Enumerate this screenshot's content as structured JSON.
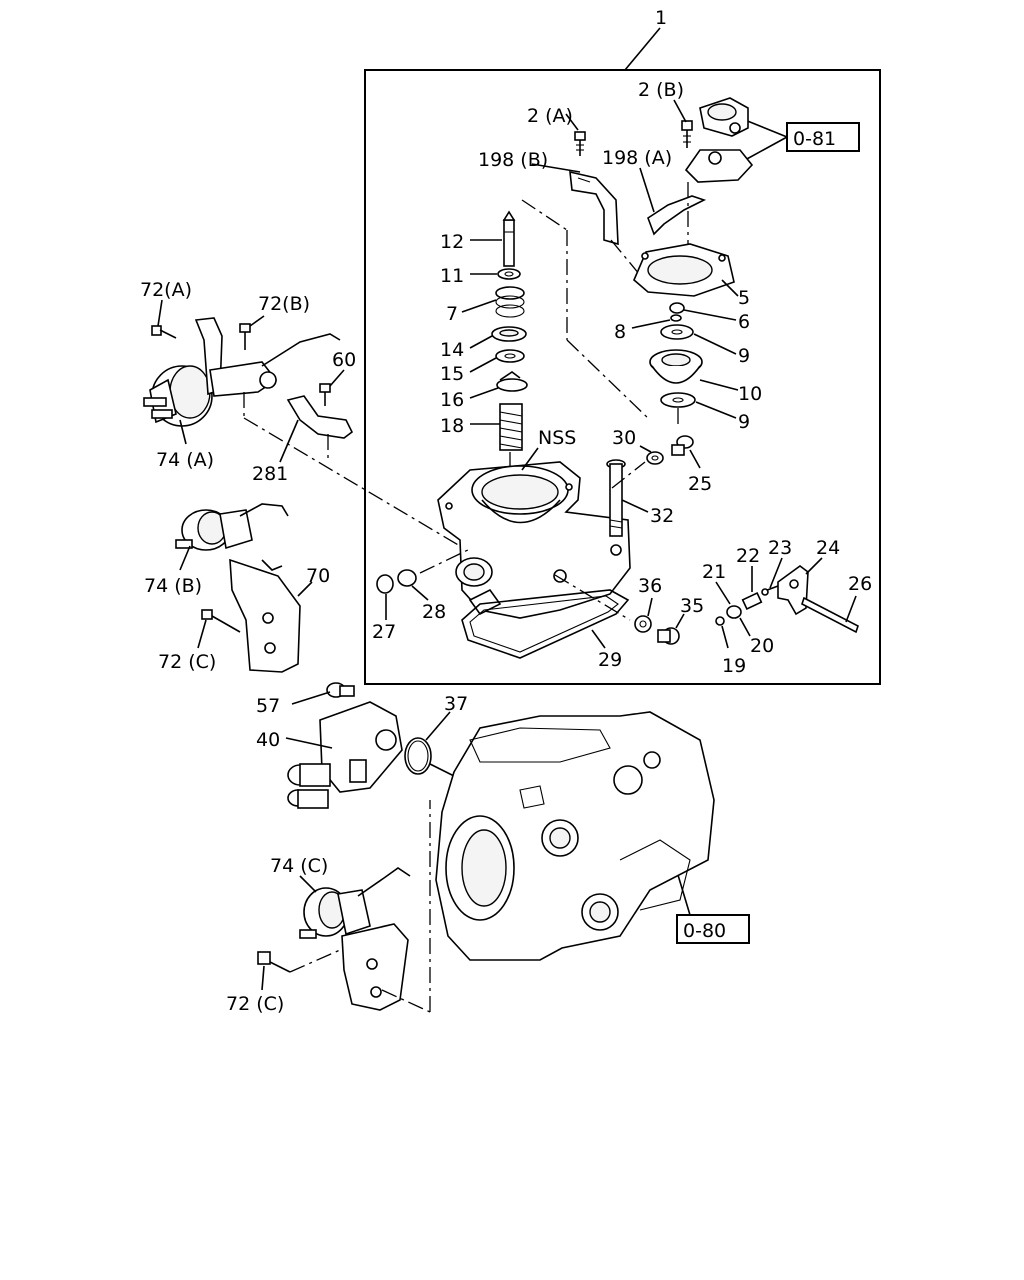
{
  "assembly_label": "1",
  "ref_boxes": {
    "top": "0-81",
    "bottom": "0-80"
  },
  "callouts": {
    "c2a": "2 (A)",
    "c2b": "2 (B)",
    "c198b": "198 (B)",
    "c198a": "198 (A)",
    "c12": "12",
    "c11": "11",
    "c7": "7",
    "c14": "14",
    "c15": "15",
    "c16": "16",
    "c18": "18",
    "c5": "5",
    "c8": "8",
    "c6": "6",
    "c9a": "9",
    "c10": "10",
    "c9b": "9",
    "cNSS": "NSS",
    "c30": "30",
    "c25": "25",
    "c32": "32",
    "c21": "21",
    "c22": "22",
    "c23": "23",
    "c24": "24",
    "c26": "26",
    "c36": "36",
    "c35": "35",
    "c19": "19",
    "c20": "20",
    "c27": "27",
    "c28": "28",
    "c29": "29",
    "c72a": "72(A)",
    "c72b": "72(B)",
    "c60": "60",
    "c74a": "74 (A)",
    "c281": "281",
    "c74b": "74 (B)",
    "c70": "70",
    "c72c1": "72 (C)",
    "c57": "57",
    "c40": "40",
    "c37": "37",
    "c74c": "74 (C)",
    "c72c2": "72 (C)"
  }
}
